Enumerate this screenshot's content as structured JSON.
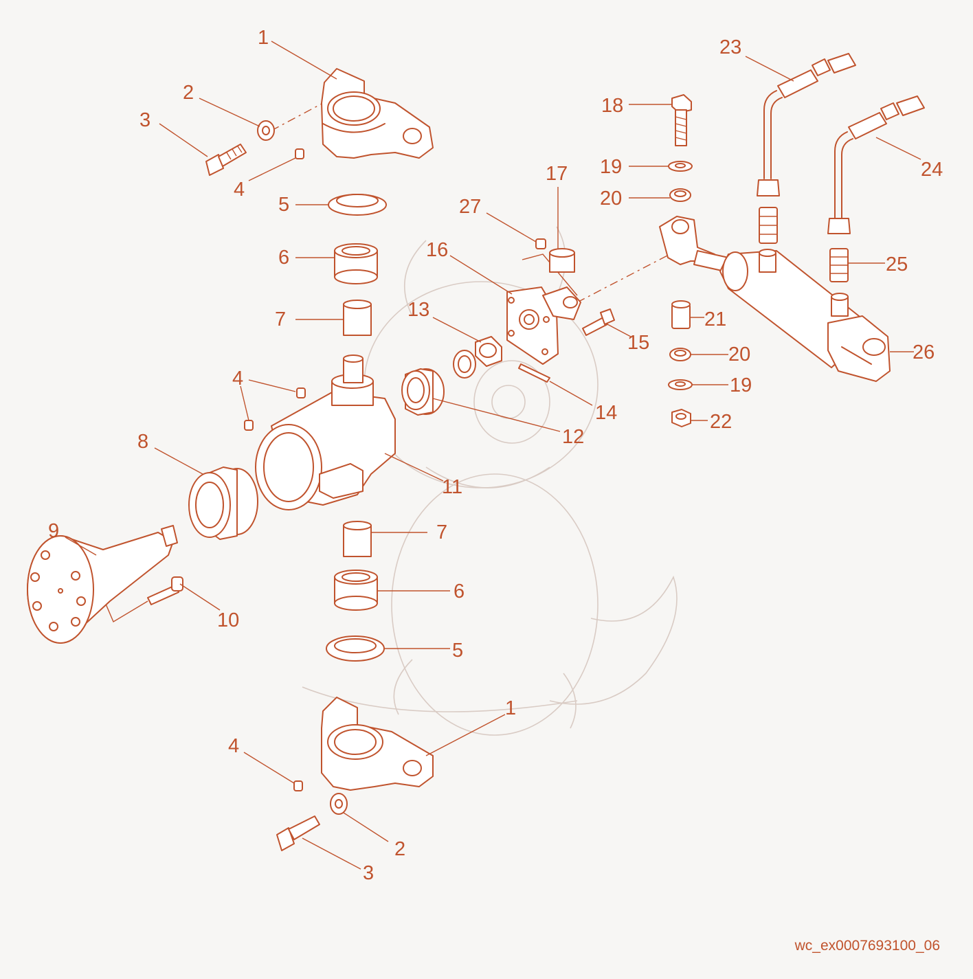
{
  "diagram": {
    "reference_code": "wc_ex0007693100_06",
    "callouts": [
      {
        "id": "c-1a",
        "text": "1"
      },
      {
        "id": "c-2a",
        "text": "2"
      },
      {
        "id": "c-3a",
        "text": "3"
      },
      {
        "id": "c-4a",
        "text": "4"
      },
      {
        "id": "c-5a",
        "text": "5"
      },
      {
        "id": "c-6a",
        "text": "6"
      },
      {
        "id": "c-7a",
        "text": "7"
      },
      {
        "id": "c-4b",
        "text": "4"
      },
      {
        "id": "c-8",
        "text": "8"
      },
      {
        "id": "c-9",
        "text": "9"
      },
      {
        "id": "c-10",
        "text": "10"
      },
      {
        "id": "c-11",
        "text": "11"
      },
      {
        "id": "c-7b",
        "text": "7"
      },
      {
        "id": "c-6b",
        "text": "6"
      },
      {
        "id": "c-5b",
        "text": "5"
      },
      {
        "id": "c-1b",
        "text": "1"
      },
      {
        "id": "c-4c",
        "text": "4"
      },
      {
        "id": "c-2b",
        "text": "2"
      },
      {
        "id": "c-3b",
        "text": "3"
      },
      {
        "id": "c-12",
        "text": "12"
      },
      {
        "id": "c-13",
        "text": "13"
      },
      {
        "id": "c-14",
        "text": "14"
      },
      {
        "id": "c-15",
        "text": "15"
      },
      {
        "id": "c-16",
        "text": "16"
      },
      {
        "id": "c-17",
        "text": "17"
      },
      {
        "id": "c-27",
        "text": "27"
      },
      {
        "id": "c-18",
        "text": "18"
      },
      {
        "id": "c-19a",
        "text": "19"
      },
      {
        "id": "c-20a",
        "text": "20"
      },
      {
        "id": "c-21",
        "text": "21"
      },
      {
        "id": "c-20b",
        "text": "20"
      },
      {
        "id": "c-19b",
        "text": "19"
      },
      {
        "id": "c-22",
        "text": "22"
      },
      {
        "id": "c-23",
        "text": "23"
      },
      {
        "id": "c-24",
        "text": "24"
      },
      {
        "id": "c-25",
        "text": "25"
      },
      {
        "id": "c-26",
        "text": "26"
      }
    ]
  },
  "colors": {
    "line": "#c0532d",
    "background": "#f7f6f4",
    "watermark": "#d9cbc4"
  }
}
